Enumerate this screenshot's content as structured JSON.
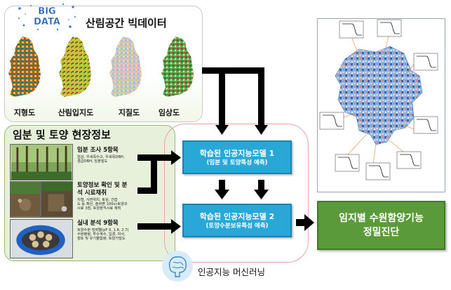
{
  "bigdata": {
    "logo_text": "BIG DATA",
    "title": "산림공간 빅데이터",
    "maps": [
      "지형도",
      "산림입지도",
      "지질도",
      "임상도"
    ]
  },
  "field": {
    "title": "임분 및 토양 현장정보",
    "sections": [
      {
        "head": "임분 조사 5항목",
        "detail": [
          "임상, 우세목수고, 우세목DBH,",
          "경급DBH, 임분밀도"
        ]
      },
      {
        "head": "토양정보 확인 및 분",
        "head2": "석 시료채취",
        "detail": [
          "지형, 사면위치, 토심, 건습",
          "도 등 확인, 솔바쁜 100cc토양코",
          "시료 3점, 토양분석시료 채취"
        ]
      },
      {
        "head": "실내 분석 9항목",
        "detail": [
          "토양수분 장력별(pF 0, 1.8, 2.7)",
          "수분평량, 투수계수, 입경, 미사,",
          "점토 및 유기물함량, 토양가밀도"
        ]
      }
    ]
  },
  "models": [
    {
      "title": "학습된 인공지능모델 1",
      "sub": "(임분 및 토양특성 예측)"
    },
    {
      "title": "학습된 인공지능모델 2",
      "sub": "(토양수분보유특성 예측)"
    }
  ],
  "ml_caption": "인공지능 머신러닝",
  "result": {
    "line1": "임지별 수원함양기능",
    "line2": "정밀진단"
  },
  "colors": {
    "model_fill": "#29a8d8",
    "result_fill": "#5a9a3a",
    "field_panel": "#e6f0da",
    "arrow": "#000000"
  }
}
